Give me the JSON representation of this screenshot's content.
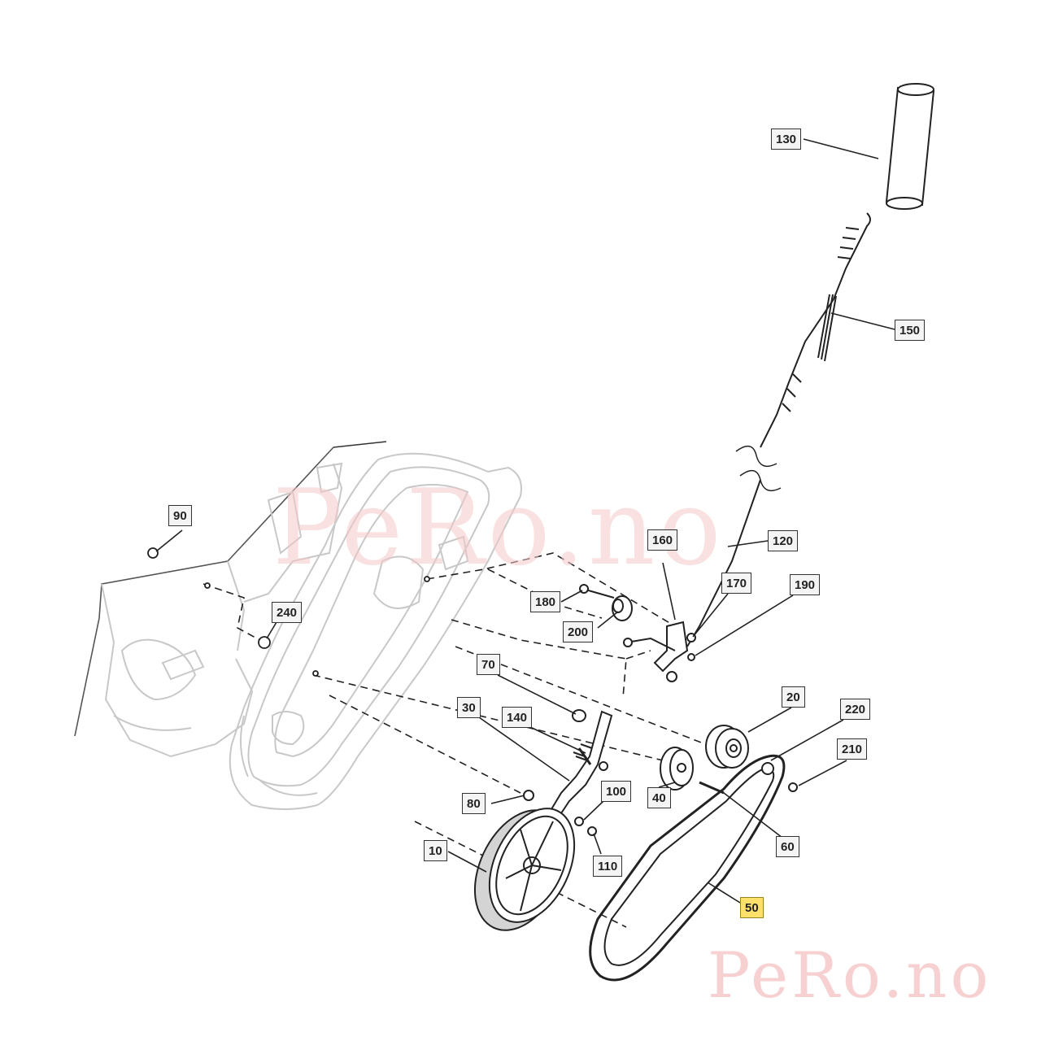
{
  "watermark": {
    "center": "PeRo.no",
    "corner": "PeRo.no"
  },
  "highlight_color": "#ffe06a",
  "callouts": {
    "p10": "10",
    "p20": "20",
    "p30": "30",
    "p40": "40",
    "p50": "50",
    "p60": "60",
    "p70": "70",
    "p80": "80",
    "p90": "90",
    "p100": "100",
    "p110": "110",
    "p120": "120",
    "p130": "130",
    "p140": "140",
    "p150": "150",
    "p160": "160",
    "p170": "170",
    "p180": "180",
    "p190": "190",
    "p200": "200",
    "p210": "210",
    "p220": "220",
    "p240": "240"
  },
  "highlighted_part": "50"
}
